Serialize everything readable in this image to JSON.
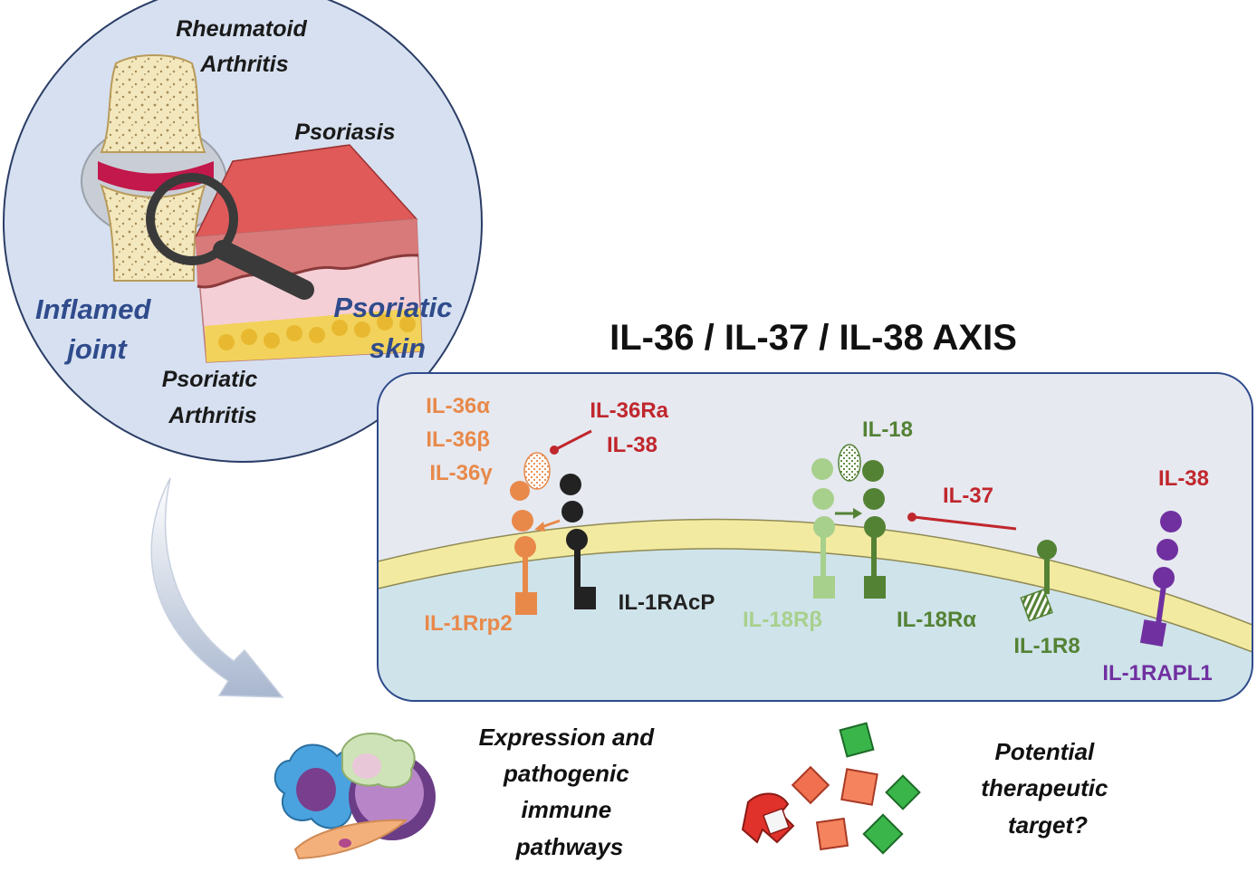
{
  "circle": {
    "rheumatoid": [
      "Rheumatoid",
      "Arthritis"
    ],
    "psoriasis": "Psoriasis",
    "inflamed_joint": [
      "Inflamed",
      "joint"
    ],
    "psoriatic_skin": [
      "Psoriatic",
      "skin"
    ],
    "psoriatic_arthritis": [
      "Psoriatic",
      "Arthritis"
    ]
  },
  "axis_title": "IL-36 / IL-37 / IL-38 AXIS",
  "ligands": {
    "il36_agonists": [
      "IL-36α",
      "IL-36β",
      "IL-36γ"
    ],
    "il36_antagonists": [
      "IL-36Ra",
      "IL-38"
    ],
    "il18": "IL-18",
    "il37": "IL-37",
    "il38": "IL-38"
  },
  "receptors": {
    "il1rrp2": "IL-1Rrp2",
    "il1racp": "IL-1RAcP",
    "il18rb": "IL-18Rβ",
    "il18ra": "IL-18Rα",
    "il1r8": "IL-1R8",
    "il1rapl1": "IL-1RAPL1"
  },
  "bottom": {
    "expression": [
      "Expression and",
      "pathogenic",
      "immune",
      "pathways"
    ],
    "therapeutic": [
      "Potential",
      "therapeutic",
      "target?"
    ]
  },
  "colors": {
    "orange": "#e8894a",
    "black": "#222222",
    "red": "#c0272d",
    "light_green": "#a8d08d",
    "dark_green": "#548235",
    "purple": "#7030a0",
    "navy": "#2f4b8c",
    "circle_fill": "#d6e0f0",
    "panel_fill": "#e6e9f0",
    "membrane": "#f2eaa0",
    "cytoplasm": "#cfe3ea"
  }
}
